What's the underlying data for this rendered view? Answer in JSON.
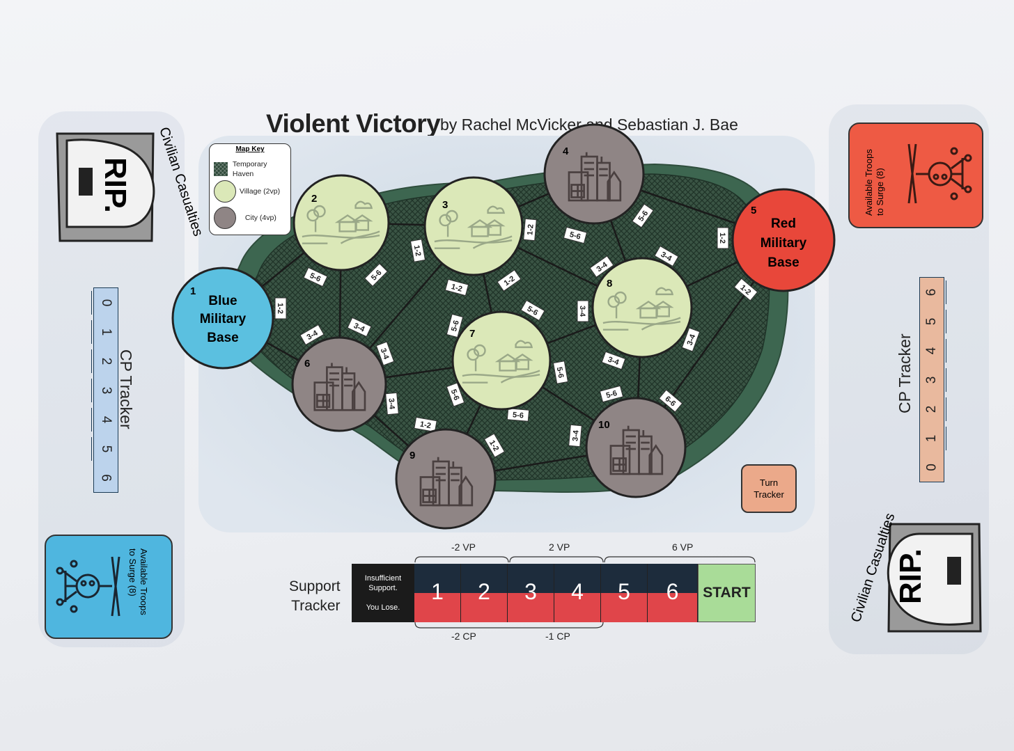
{
  "header": {
    "title": "Violent Victory",
    "byline": "by Rachel McVicker and Sebastian J. Bae"
  },
  "map_key": {
    "title": "Map Key",
    "items": [
      {
        "label_line1": "Temporary",
        "label_line2": "Haven"
      },
      {
        "label_line1": "Village (2vp)",
        "label_line2": ""
      },
      {
        "label_line1": "City (4vp)",
        "label_line2": ""
      }
    ]
  },
  "nodes": {
    "n1": {
      "num": "1",
      "l1": "Blue",
      "l2": "Military",
      "l3": "Base"
    },
    "n2": {
      "num": "2"
    },
    "n3": {
      "num": "3"
    },
    "n4": {
      "num": "4"
    },
    "n5": {
      "num": "5",
      "l1": "Red",
      "l2": "Military",
      "l3": "Base"
    },
    "n6": {
      "num": "6"
    },
    "n7": {
      "num": "7"
    },
    "n8": {
      "num": "8"
    },
    "n9": {
      "num": "9"
    },
    "n10": {
      "num": "10"
    }
  },
  "edge_labels": [
    "5-6",
    "5-6",
    "1-2",
    "1-2",
    "1-2",
    "1-2",
    "5-6",
    "1-2",
    "5-6",
    "3-4",
    "3-4",
    "1-2",
    "3-4",
    "3-4",
    "3-4",
    "5-6",
    "5-6",
    "5-6",
    "3-4",
    "1-2",
    "1-2",
    "3-4",
    "5-6",
    "5-6",
    "3-4",
    "1-2",
    "3-4",
    "5-6",
    "6-6"
  ],
  "left_panel": {
    "rip": "RIP.",
    "casualties_label": "Civilian Casualties",
    "cp_tracker_label": "CP Tracker",
    "cp_values": [
      "0",
      "1",
      "2",
      "3",
      "4",
      "5",
      "6"
    ],
    "surge_label_line1": "Available Troops",
    "surge_label_line2": "to Surge (8)"
  },
  "right_panel": {
    "rip": "RIP.",
    "casualties_label": "Civilian Casualties",
    "cp_tracker_label": "CP Tracker",
    "cp_values": [
      "0",
      "1",
      "2",
      "3",
      "4",
      "5",
      "6"
    ],
    "surge_label_line1": "Available Troops",
    "surge_label_line2": "to Surge (8)"
  },
  "turn_tracker": {
    "line1": "Turn",
    "line2": "Tracker"
  },
  "support_tracker": {
    "label_line1": "Support",
    "label_line2": "Tracker",
    "lose_line1": "Insufficient",
    "lose_line2": "Support.",
    "lose_line3": "You Lose.",
    "cells": [
      "1",
      "2",
      "3",
      "4",
      "5",
      "6"
    ],
    "start": "START",
    "vp_brackets": [
      "-2 VP",
      "2 VP",
      "6 VP"
    ],
    "cp_brackets": [
      "-2 CP",
      "-1 CP"
    ]
  },
  "colors": {
    "blue_base": "#5bc0e0",
    "red_base": "#e8473a",
    "village": "#dbe8b8",
    "city": "#8f8585",
    "haven": "#2f4a3a",
    "blue_panel": "#4fb6df",
    "red_panel": "#ee5a44"
  }
}
